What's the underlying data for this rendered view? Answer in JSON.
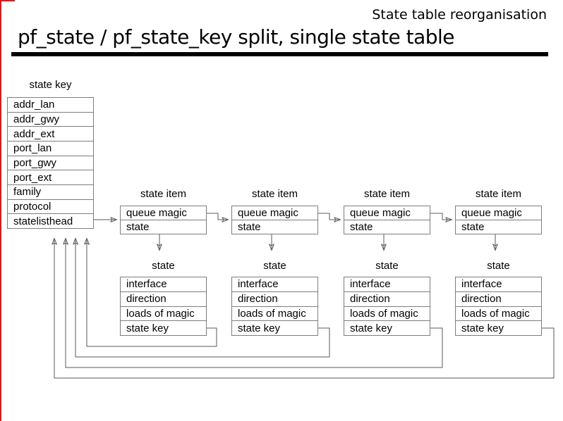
{
  "header": {
    "slide_label": "State table reorganisation",
    "title": "pf_state / pf_state_key split, single state table"
  },
  "state_key_table": {
    "label": "state key",
    "rows": [
      "addr_lan",
      "addr_gwy",
      "addr_ext",
      "port_lan",
      "port_gwy",
      "port_ext",
      "family",
      "protocol",
      "statelisthead"
    ]
  },
  "state_items": [
    {
      "label": "state item",
      "rows": [
        "queue magic",
        "state"
      ]
    },
    {
      "label": "state item",
      "rows": [
        "queue magic",
        "state"
      ]
    },
    {
      "label": "state item",
      "rows": [
        "queue magic",
        "state"
      ]
    },
    {
      "label": "state item",
      "rows": [
        "queue magic",
        "state"
      ]
    }
  ],
  "states": [
    {
      "label": "state",
      "rows": [
        "interface",
        "direction",
        "loads of magic",
        "state key"
      ]
    },
    {
      "label": "state",
      "rows": [
        "interface",
        "direction",
        "loads of magic",
        "state key"
      ]
    },
    {
      "label": "state",
      "rows": [
        "interface",
        "direction",
        "loads of magic",
        "state key"
      ]
    },
    {
      "label": "state",
      "rows": [
        "interface",
        "direction",
        "loads of magic",
        "state key"
      ]
    }
  ],
  "colors": {
    "slide_border_accent": "#ff0000",
    "title_rule": "#000000",
    "diagram_lines": "#5a5a5a",
    "box_borders": "#7d7d7d",
    "text": "#000000"
  }
}
